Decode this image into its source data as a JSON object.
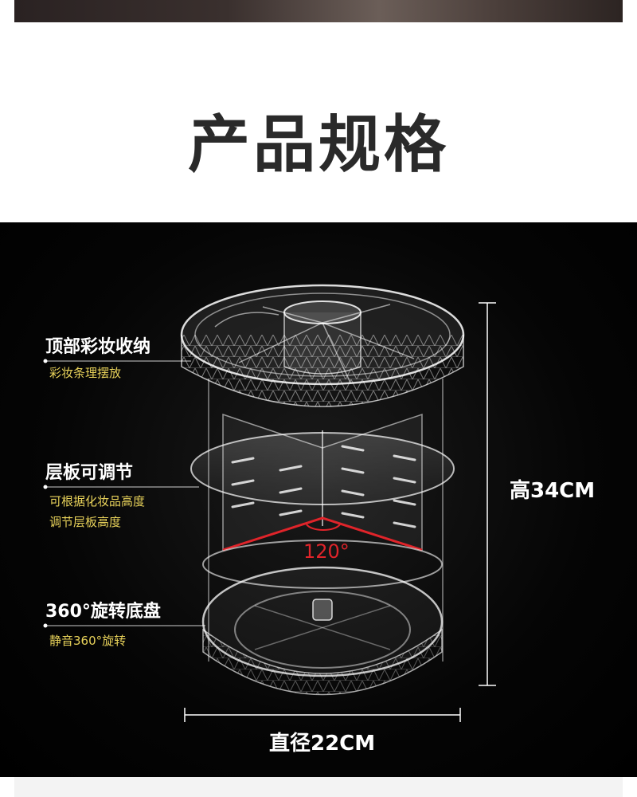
{
  "header": {
    "title": "产品规格"
  },
  "features": [
    {
      "title": "顶部彩妆收纳",
      "desc_lines": [
        "彩妆条理摆放"
      ]
    },
    {
      "title": "层板可调节",
      "desc_lines": [
        "可根据化妆品高度",
        "调节层板高度"
      ]
    },
    {
      "title": "360°旋转底盘",
      "desc_lines": [
        "静音360°旋转"
      ]
    }
  ],
  "dimensions": {
    "height": "高34CM",
    "diameter": "直径22CM",
    "shelf_angle": "120°"
  },
  "colors": {
    "title_text": "#2a2a2a",
    "panel_background": "#000000",
    "feature_title": "#ffffff",
    "feature_desc": "#e8d25a",
    "angle_accent": "#e0242a"
  }
}
